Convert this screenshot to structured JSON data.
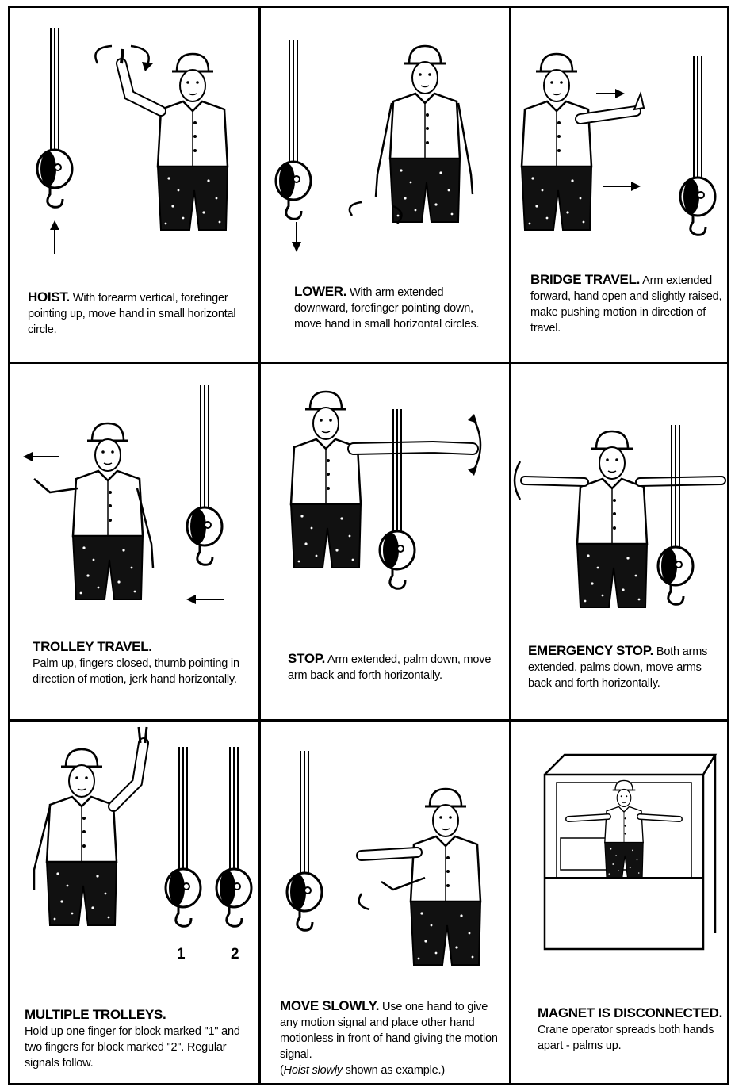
{
  "panels": [
    {
      "id": "hoist",
      "title": "HOIST.",
      "text": "With forearm vertical, forefinger pointing up, move hand in small horizontal circle."
    },
    {
      "id": "lower",
      "title": "LOWER.",
      "text": "With arm extended downward, forefinger pointing down, move hand in small horizontal circles."
    },
    {
      "id": "bridge-travel",
      "title": "BRIDGE TRAVEL.",
      "text": "Arm extended forward, hand open and slightly raised, make pushing motion in direction of travel."
    },
    {
      "id": "trolley-travel",
      "title": "TROLLEY TRAVEL.",
      "text": "Palm up, fingers closed, thumb pointing in direction of motion, jerk hand horizontally."
    },
    {
      "id": "stop",
      "title": "STOP.",
      "text": "Arm extended, palm down, move arm back and forth horizontally."
    },
    {
      "id": "emergency-stop",
      "title": "EMERGENCY STOP.",
      "text": "Both arms extended, palms down, move arms back and forth horizontally."
    },
    {
      "id": "multiple-trolleys",
      "title": "MULTIPLE TROLLEYS.",
      "text": "Hold up one finger for block marked \"1\" and two fingers for block marked \"2\". Regular signals follow.",
      "labels": [
        "1",
        "2"
      ]
    },
    {
      "id": "move-slowly",
      "title": "MOVE SLOWLY.",
      "text": "Use one hand to give any motion signal and place other hand motionless in front of hand giving the motion signal.",
      "note_italic": "Hoist slowly",
      "note_rest": " shown as example.)",
      "note_open": "("
    },
    {
      "id": "magnet-disconnected",
      "title": "MAGNET IS DISCONNECTED.",
      "text": "Crane operator spreads both hands apart - palms up."
    }
  ],
  "colors": {
    "ink": "#000000",
    "paper": "#ffffff"
  }
}
